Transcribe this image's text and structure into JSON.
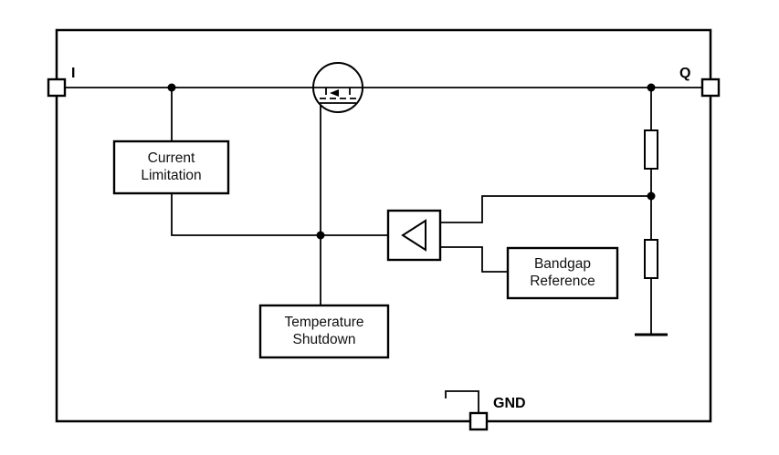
{
  "colors": {
    "background": "#ffffff",
    "line": "#000000",
    "text": "#000000"
  },
  "pins": {
    "input": "I",
    "output": "Q",
    "ground": "GND"
  },
  "blocks": {
    "current_limitation": {
      "line1": "Current",
      "line2": "Limitation"
    },
    "temperature_shutdown": {
      "line1": "Temperature",
      "line2": "Shutdown"
    },
    "bandgap_reference": {
      "line1": "Bandgap",
      "line2": "Reference"
    }
  },
  "symbols": {
    "pass_transistor": "mosfet-icon",
    "error_amplifier": "comparator-triangle-icon",
    "feedback_divider_upper": "resistor-icon",
    "feedback_divider_lower": "resistor-icon",
    "ground_symbol": "ground-bar-icon",
    "terminal": "pin-square-icon"
  }
}
